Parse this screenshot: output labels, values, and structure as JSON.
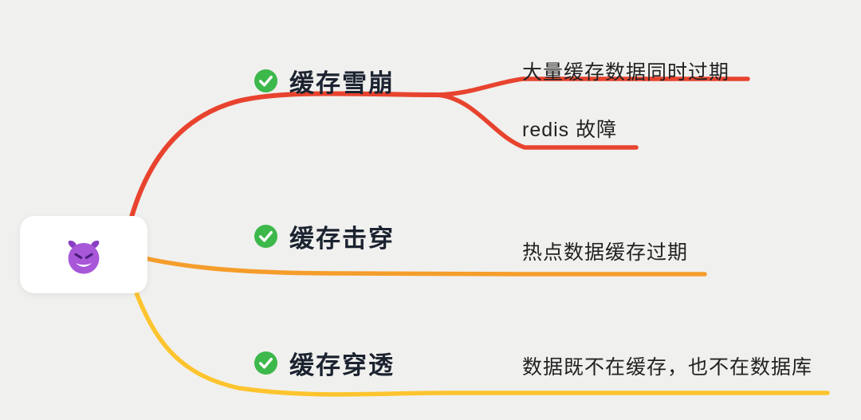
{
  "background": "#f0f0ee",
  "colors": {
    "check": "#3db84b",
    "check_mark": "#ffffff",
    "devil_face": "#a757d8",
    "devil_horns": "#8a3ec4",
    "devil_eyes": "#471d77",
    "devil_mouth": "#ffffff",
    "topic_text": "#1c2330",
    "child_text": "#222222"
  },
  "root": {
    "icon": "devil-face"
  },
  "branches": [
    {
      "topic": "缓存雪崩",
      "color": "#e8432e",
      "children": [
        "大量缓存数据同时过期",
        "redis 故障"
      ]
    },
    {
      "topic": "缓存击穿",
      "color": "#f59d2b",
      "children": [
        "热点数据缓存过期"
      ]
    },
    {
      "topic": "缓存穿透",
      "color": "#fdc42e",
      "children": [
        "数据既不在缓存，也不在数据库"
      ]
    }
  ]
}
